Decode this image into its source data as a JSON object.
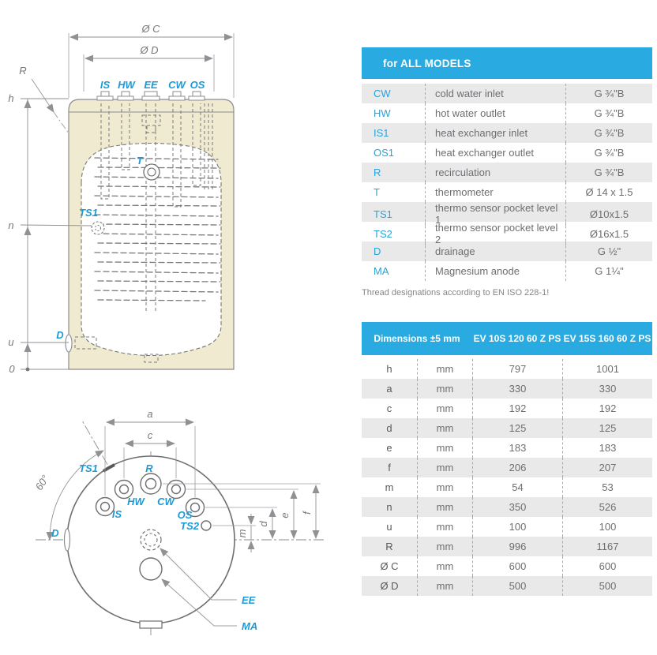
{
  "colors": {
    "accent": "#29abe2",
    "table_code": "#2aa2d8",
    "row_alt": "#e9e9ea",
    "text": "#6d6e71",
    "muted": "#848689",
    "drawing_line": "#8a8c8e",
    "drawing_label": "#1b9ad6",
    "tank_fill": "#f0ead0"
  },
  "connections_table": {
    "title": "for ALL MODELS",
    "rows": [
      {
        "code": "CW",
        "desc": "cold water inlet",
        "size": "G ¾\"B"
      },
      {
        "code": "HW",
        "desc": "hot water outlet",
        "size": "G ¾\"B"
      },
      {
        "code": "IS1",
        "desc": "heat exchanger inlet",
        "size": "G ¾\"B"
      },
      {
        "code": "OS1",
        "desc": "heat exchanger outlet",
        "size": "G ¾\"B"
      },
      {
        "code": "R",
        "desc": "recirculation",
        "size": "G ¾\"B"
      },
      {
        "code": "T",
        "desc": "thermometer",
        "size": "Ø 14 x 1.5"
      },
      {
        "code": "TS1",
        "desc": "thermo sensor pocket level 1",
        "size": "Ø10x1.5"
      },
      {
        "code": "TS2",
        "desc": "thermo sensor pocket level 2",
        "size": "Ø16x1.5"
      },
      {
        "code": "D",
        "desc": "drainage",
        "size": "G ½\""
      },
      {
        "code": "MA",
        "desc": "Magnesium anode",
        "size": "G 1¼\""
      }
    ],
    "footnote": "Thread designations according to EN ISO 228-1!"
  },
  "dimensions_table": {
    "col1_header": "Dimensions ±5 mm",
    "model1": "EV 10S 120 60 Z PS",
    "model2": "EV 15S 160 60 Z PS",
    "rows": [
      {
        "dim": "h",
        "unit": "mm",
        "m1": "797",
        "m2": "1001"
      },
      {
        "dim": "a",
        "unit": "mm",
        "m1": "330",
        "m2": "330"
      },
      {
        "dim": "c",
        "unit": "mm",
        "m1": "192",
        "m2": "192"
      },
      {
        "dim": "d",
        "unit": "mm",
        "m1": "125",
        "m2": "125"
      },
      {
        "dim": "e",
        "unit": "mm",
        "m1": "183",
        "m2": "183"
      },
      {
        "dim": "f",
        "unit": "mm",
        "m1": "206",
        "m2": "207"
      },
      {
        "dim": "m",
        "unit": "mm",
        "m1": "54",
        "m2": "53"
      },
      {
        "dim": "n",
        "unit": "mm",
        "m1": "350",
        "m2": "526"
      },
      {
        "dim": "u",
        "unit": "mm",
        "m1": "100",
        "m2": "100"
      },
      {
        "dim": "R",
        "unit": "mm",
        "m1": "996",
        "m2": "1167"
      },
      {
        "dim": "Ø C",
        "unit": "mm",
        "m1": "600",
        "m2": "600"
      },
      {
        "dim": "Ø D",
        "unit": "mm",
        "m1": "500",
        "m2": "500"
      }
    ]
  },
  "front_view": {
    "dim_c": "Ø C",
    "dim_d": "Ø D",
    "r": "R",
    "h": "h",
    "n": "n",
    "u": "u",
    "zero": "0",
    "port_is": "IS",
    "port_hw": "HW",
    "port_ee": "EE",
    "port_cw": "CW",
    "port_os": "OS",
    "t": "T",
    "ts1": "TS1",
    "d": "D"
  },
  "top_view": {
    "a": "a",
    "c": "c",
    "angle": "60°",
    "ts1": "TS1",
    "r": "R",
    "hw": "HW",
    "cw": "CW",
    "is": "IS",
    "os": "OS",
    "ts2": "TS2",
    "d": "D",
    "m": "m",
    "d_dim": "d",
    "e": "e",
    "f": "f",
    "ee": "EE",
    "ma": "MA"
  }
}
